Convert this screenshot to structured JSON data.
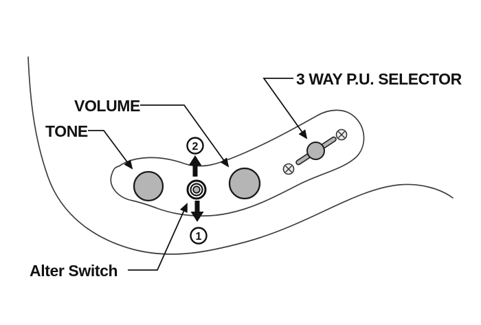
{
  "diagram": {
    "labels": {
      "volume": "VOLUME",
      "tone": "TONE",
      "selector": "3 WAY P.U. SELECTOR",
      "alter_switch": "Alter Switch"
    },
    "position_markers": {
      "up": "2",
      "down": "1"
    },
    "colors": {
      "background": "#ffffff",
      "knob_fill": "#b5b5b5",
      "screw_fill": "#ededed",
      "ink": "#111111",
      "thin_line": "#3d3d3d"
    }
  }
}
